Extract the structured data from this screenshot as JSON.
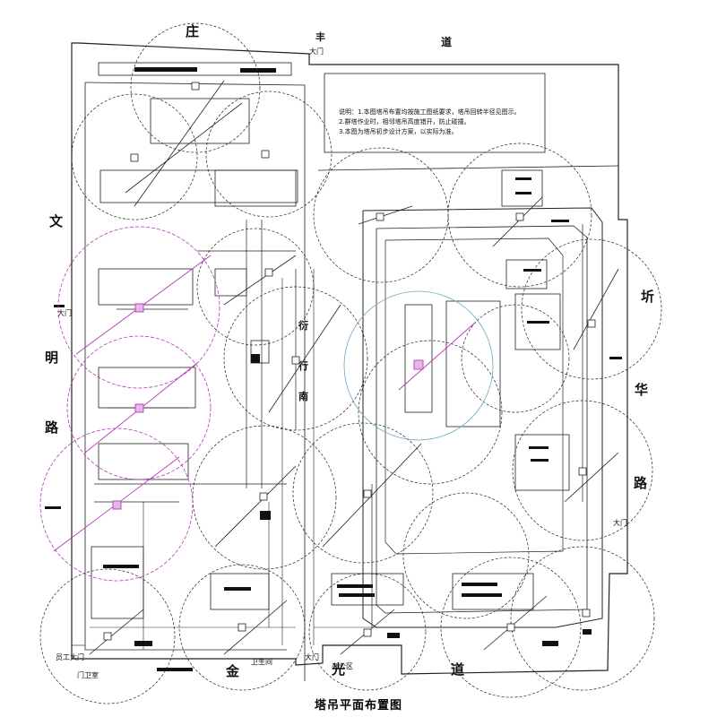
{
  "title": "塔吊平面布置图",
  "roads": {
    "north": [
      "庄",
      "丰",
      "道"
    ],
    "west": [
      "文",
      "明",
      "路"
    ],
    "east": [
      "圻",
      "华",
      "路"
    ],
    "south": [
      "金",
      "光",
      "道"
    ],
    "middle": [
      "衍",
      "行",
      "南"
    ]
  },
  "labels": {
    "gate_north": "大门",
    "gate_west": "大门",
    "gate_east": "大门",
    "gate_south": "大门",
    "gate_sw": "员工大门",
    "office_sw": "门卫室",
    "office_south": "办公区",
    "toilet": "卫生间"
  },
  "notes": [
    "说明：1.本图塔吊布置均按施工图纸要求，塔吊回转半径见图示。",
    "2.群塔作业时，相邻塔吊高度错开，防止碰撞。",
    "3.本图为塔吊初步设计方案，以实际为准。"
  ],
  "colors": {
    "line": "#222222",
    "magenta": "#b23ab8",
    "cyan": "#6aa9c4"
  }
}
